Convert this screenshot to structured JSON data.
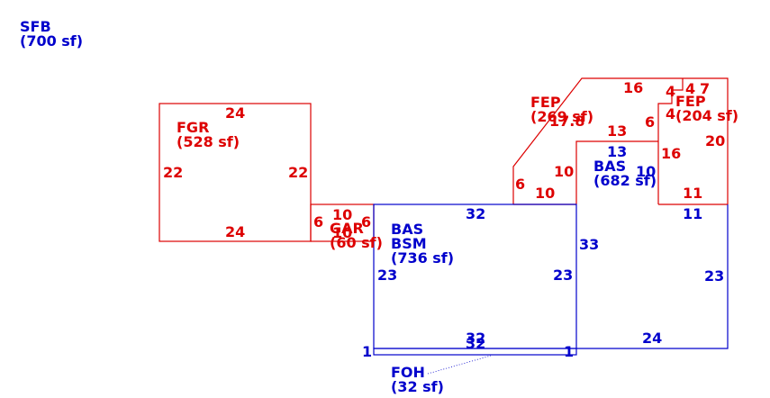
{
  "colors": {
    "blue": "#0000cc",
    "red": "#dd0000",
    "background": "#ffffff"
  },
  "areas": {
    "sfb": {
      "code": "SFB",
      "area": "(700 sf)"
    },
    "fgr": {
      "code": "FGR",
      "area": "(528 sf)"
    },
    "gar": {
      "code": "GAR",
      "area": "(60 sf)"
    },
    "bas_bsm": {
      "code": "BAS",
      "code2": "BSM",
      "area": "(736 sf)"
    },
    "bas2": {
      "code": "BAS",
      "area": "(682 sf)"
    },
    "fep1": {
      "code": "FEP",
      "area": "(269 sf)"
    },
    "fep2": {
      "code": "FEP",
      "area": "(204 sf)"
    },
    "foh": {
      "code": "FOH",
      "area": "(32 sf)"
    }
  },
  "dimensions": {
    "fgr_top": "24",
    "fgr_bottom": "24",
    "fgr_left": "22",
    "fgr_right": "22",
    "gar_top": "10",
    "gar_bottom": "10",
    "gar_left": "6",
    "gar_right": "6",
    "bsm_top": "32",
    "bsm_bottom": "32",
    "bsm_left": "23",
    "bsm_right": "23",
    "bas2_left": "33",
    "bas2_right": "23",
    "bas2_bottom": "24",
    "bas2_top_right": "11",
    "bas2_top": "13",
    "bas2_mid": "10",
    "foh_bottom": "32",
    "foh_left": "1",
    "foh_right": "1",
    "fep1_left": "6",
    "fep1_bottom": "10",
    "fep1_step": "10",
    "fep1_top": "16",
    "fep1_diag": "17.8",
    "fep1_right_top": "13",
    "fep2_top1": "4",
    "fep2_top2": "4",
    "fep2_top3": "7",
    "fep2_inner": "4",
    "fep2_left": "6",
    "fep2_right": "20",
    "fep2_left2": "16",
    "fep2_bottom": "11"
  }
}
